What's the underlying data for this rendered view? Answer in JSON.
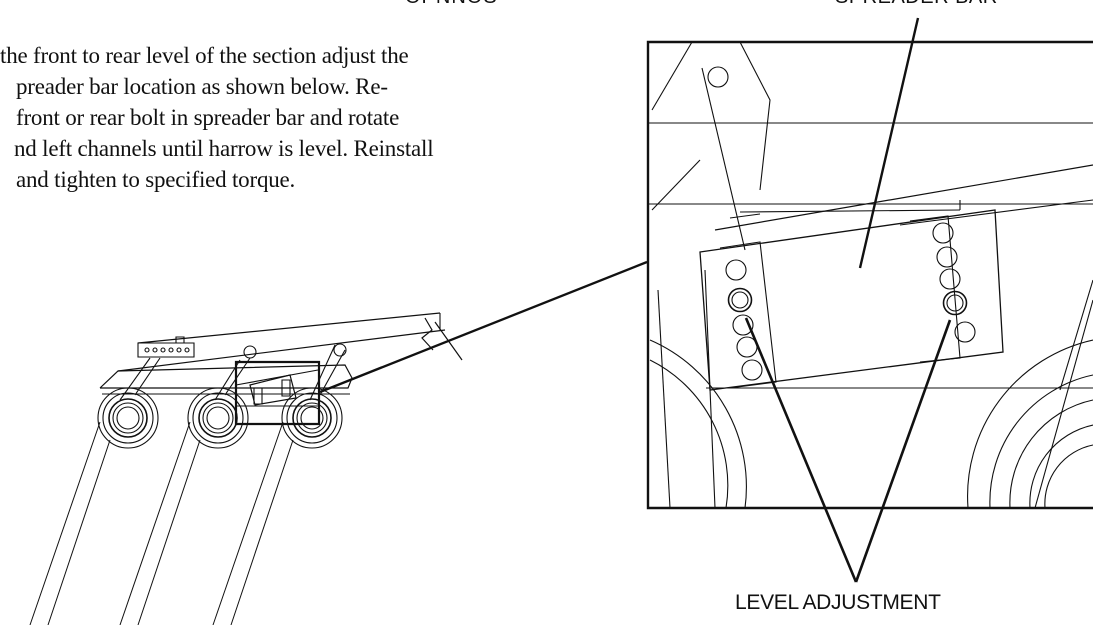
{
  "labels": {
    "top_left_fragment": "OPNNOS",
    "spreader_bar": "SPREADER BAR",
    "level_adjustment": "LEVEL ADJUSTMENT"
  },
  "instructions": {
    "lines": [
      "the front to rear level of the section adjust the",
      "preader bar location as shown below.  Re-",
      "front or rear bolt in spreader bar and rotate",
      "nd left channels until harrow is level.  Reinstall",
      "and tighten to specified torque."
    ]
  }
}
